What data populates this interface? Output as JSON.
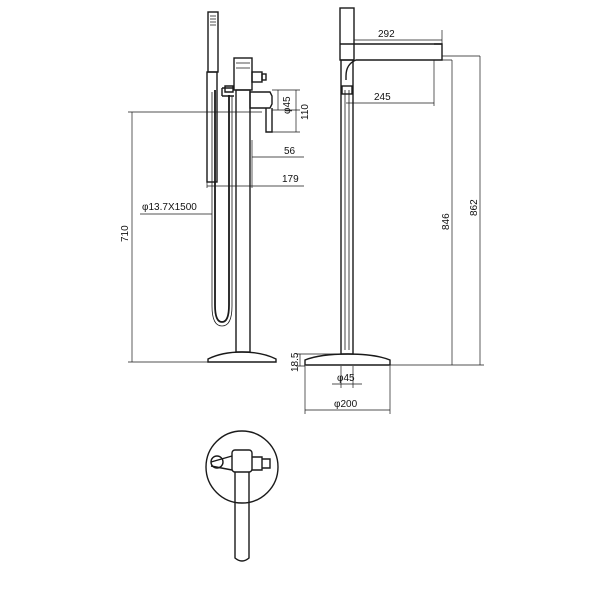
{
  "dimensions": {
    "d_292": "292",
    "d_245": "245",
    "d_846": "846",
    "d_862": "862",
    "d_710": "710",
    "d_phi45_top": "φ45",
    "d_110": "110",
    "d_56": "56",
    "d_179": "179",
    "d_hose": "φ13.7X1500",
    "d_18_5": "18.5",
    "d_phi45_bottom": "φ45",
    "d_phi200": "φ200"
  },
  "colors": {
    "line": "#1a1a1a",
    "background": "#ffffff"
  }
}
